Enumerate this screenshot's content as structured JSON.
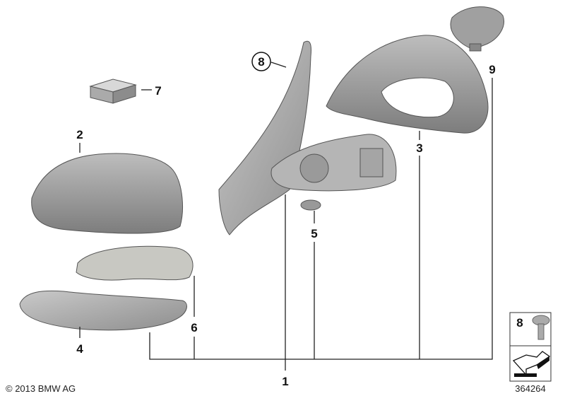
{
  "diagram": {
    "part_labels": [
      "1",
      "2",
      "3",
      "4",
      "5",
      "6",
      "7",
      "8",
      "9"
    ],
    "legend_box": {
      "part_number": "8",
      "icon": "screw-icon",
      "direction_icon": "arrow-left-icon"
    },
    "copyright": "© 2013 BMW AG",
    "diagram_id": "364264"
  }
}
